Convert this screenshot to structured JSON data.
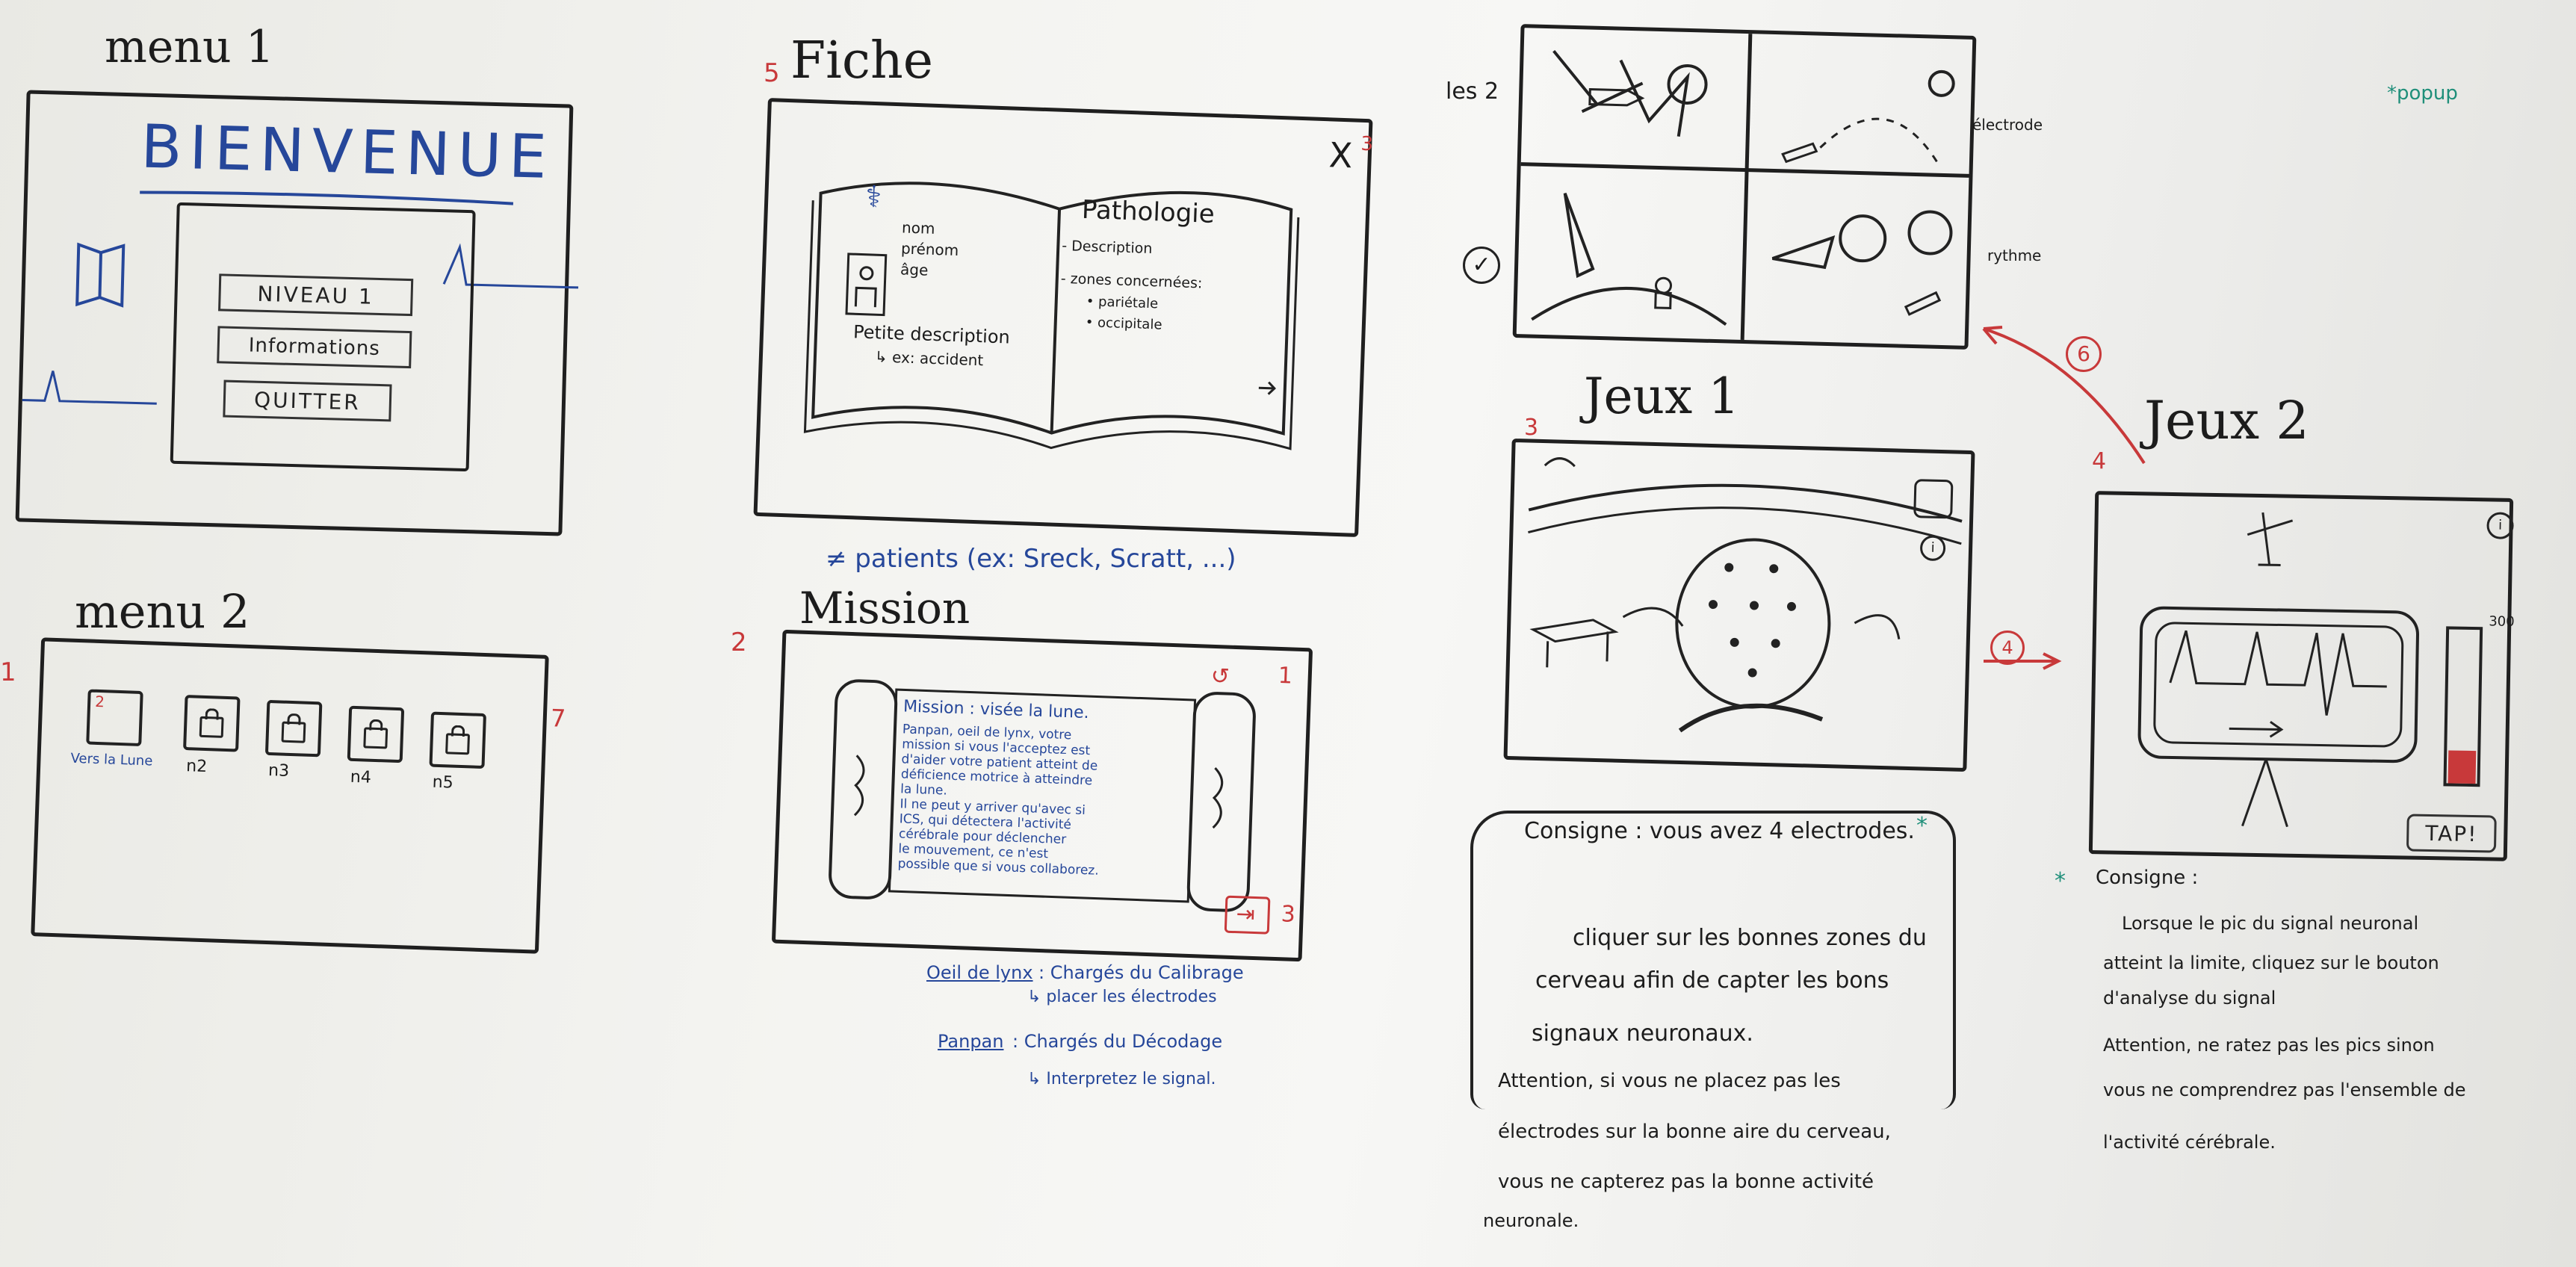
{
  "menu1": {
    "title": "menu 1",
    "heading": "BIENVENUE",
    "buttons": [
      "NIVEAU 1",
      "Informations",
      "QUITTER"
    ]
  },
  "menu2": {
    "title": "menu 2",
    "corner_left": "1",
    "corner_right": "7",
    "levels": [
      "Vers la Lune",
      "n2",
      "n3",
      "n4",
      "n5"
    ],
    "first_box_number": "2"
  },
  "fiche": {
    "title": "Fiche",
    "number": "5",
    "close": "X",
    "close_number": "3",
    "left_page": [
      "nom",
      "prénom",
      "âge"
    ],
    "petite_description": "Petite description",
    "example": "↳ ex: accident",
    "pathologie": "Pathologie",
    "pathologie_items": [
      "- Description",
      "- zones concernées:",
      "• pariétale",
      "• occipitale"
    ],
    "note": "≠ patients (ex: Sreck, Scratt, ...)"
  },
  "mission": {
    "title": "Mission",
    "number": "2",
    "corner_number": "1",
    "next_number": "3",
    "scroll_lines": [
      "Mission : visée la lune.",
      "Panpan, oeil de lynx, votre",
      "mission si vous l'acceptez est",
      "d'aider votre patient atteint de",
      "déficience motrice à atteindre",
      "la lune.",
      "Il ne peut y arriver qu'avec si",
      "ICS, qui détectera l'activité",
      "cérébrale pour déclencher",
      "le mouvement, ce n'est",
      "possible que si vous collaborez."
    ],
    "roles": [
      {
        "name": "Oeil de lynx",
        "task": ": Chargés du Calibrage",
        "sub": "↳ placer les électrodes"
      },
      {
        "name": "Panpan",
        "task": ": Chargés du Décodage",
        "sub": "↳ Interpretez le signal."
      }
    ]
  },
  "storyboard": {
    "label_left": "les 2",
    "label_electrode": "électrode",
    "label_rythme": "rythme",
    "arrow_number": "6",
    "popup": "*popup"
  },
  "jeux1": {
    "title": "Jeux 1",
    "number": "3",
    "arrow_number": "4",
    "consigne_title": "Consigne : vous avez 4 electrodes.",
    "consigne_lines": [
      "cliquer sur les bonnes zones du",
      "cerveau afin de capter les bons",
      "signaux neuronaux."
    ],
    "attention_lines": [
      "Attention, si vous ne placez pas les",
      "électrodes sur la bonne aire du cerveau,",
      "vous ne capterez pas la bonne activité",
      "neuronale."
    ]
  },
  "jeux2": {
    "title": "Jeux 2",
    "number": "4",
    "gauge_max": "300",
    "tap": "TAP!",
    "consigne_title": "Consigne :",
    "consigne_lines": [
      "Lorsque le pic du signal neuronal",
      "atteint la limite, cliquez sur le bouton",
      "d'analyse du signal",
      "Attention, ne ratez pas les pics sinon",
      "vous ne comprendrez pas l'ensemble de",
      "l'activité cérébrale."
    ]
  }
}
